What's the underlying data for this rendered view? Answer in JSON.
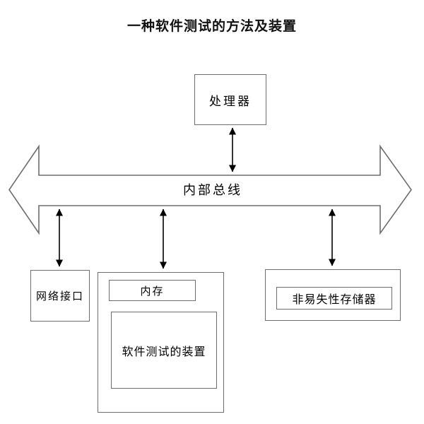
{
  "title": "一种软件测试的方法及装置",
  "colors": {
    "background": "#ffffff",
    "box_border": "#6e6e6e",
    "bus_outline": "#6e6e6e",
    "connector_arrow": "#000000",
    "text": "#000000"
  },
  "nodes": {
    "processor": {
      "label": "处理器"
    },
    "bus": {
      "label": "内部总线"
    },
    "network_interface": {
      "label": "网络接口"
    },
    "memory": {
      "label": "内存"
    },
    "software_testing_device": {
      "label": "软件测试的装置"
    },
    "non_volatile_memory": {
      "label": "非易失性存储器"
    }
  },
  "connections": [
    {
      "from": "处理器",
      "to": "内部总线",
      "type": "bidirectional-arrow"
    },
    {
      "from": "内部总线",
      "to": "网络接口",
      "type": "bidirectional-arrow"
    },
    {
      "from": "内部总线",
      "to": "内存",
      "type": "bidirectional-arrow"
    },
    {
      "from": "内部总线",
      "to": "非易失性存储器",
      "type": "bidirectional-arrow"
    }
  ]
}
